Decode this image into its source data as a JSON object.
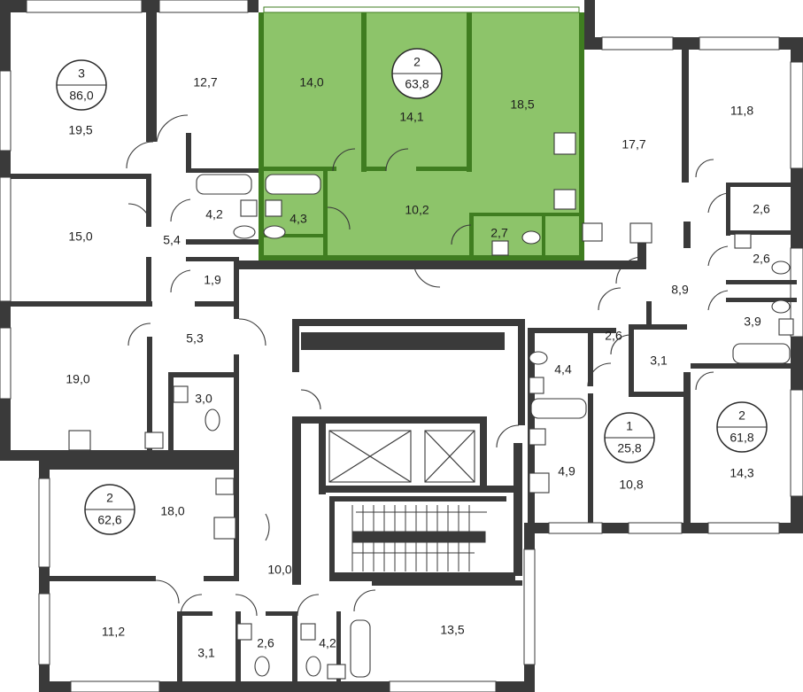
{
  "colors": {
    "highlight_fill": "#8dc46a",
    "highlight_walls": "#3f7d20",
    "wall": "#3a3a3a"
  },
  "apartments": [
    {
      "id": "apt-3-86",
      "rooms_count": "3",
      "area": "86,0"
    },
    {
      "id": "apt-2-63",
      "rooms_count": "2",
      "area": "63,8",
      "highlighted": true
    },
    {
      "id": "apt-2-62",
      "rooms_count": "2",
      "area": "62,6"
    },
    {
      "id": "apt-1-25",
      "rooms_count": "1",
      "area": "25,8"
    },
    {
      "id": "apt-2-61",
      "rooms_count": "2",
      "area": "61,8"
    }
  ],
  "rooms": {
    "r19_5": "19,5",
    "r12_7": "12,7",
    "r15_0": "15,0",
    "r5_4": "5,4",
    "r4_2a": "4,2",
    "r1_9": "1,9",
    "r5_3": "5,3",
    "r19_0": "19,0",
    "r3_0": "3,0",
    "r14_0": "14,0",
    "r14_1": "14,1",
    "r18_5": "18,5",
    "r10_2": "10,2",
    "r4_3": "4,3",
    "r2_7": "2,7",
    "r17_7": "17,7",
    "r11_8": "11,8",
    "r2_6a": "2,6",
    "r2_6b": "2,6",
    "r8_9": "8,9",
    "r3_9": "3,9",
    "r2_6c": "2,6",
    "r3_1a": "3,1",
    "r4_4": "4,4",
    "r4_9": "4,9",
    "r10_8": "10,8",
    "r14_3": "14,3",
    "r18_0": "18,0",
    "r10_0": "10,0",
    "r11_2": "11,2",
    "r3_1b": "3,1",
    "r2_6d": "2,6",
    "r4_2b": "4,2",
    "r13_5": "13,5"
  }
}
